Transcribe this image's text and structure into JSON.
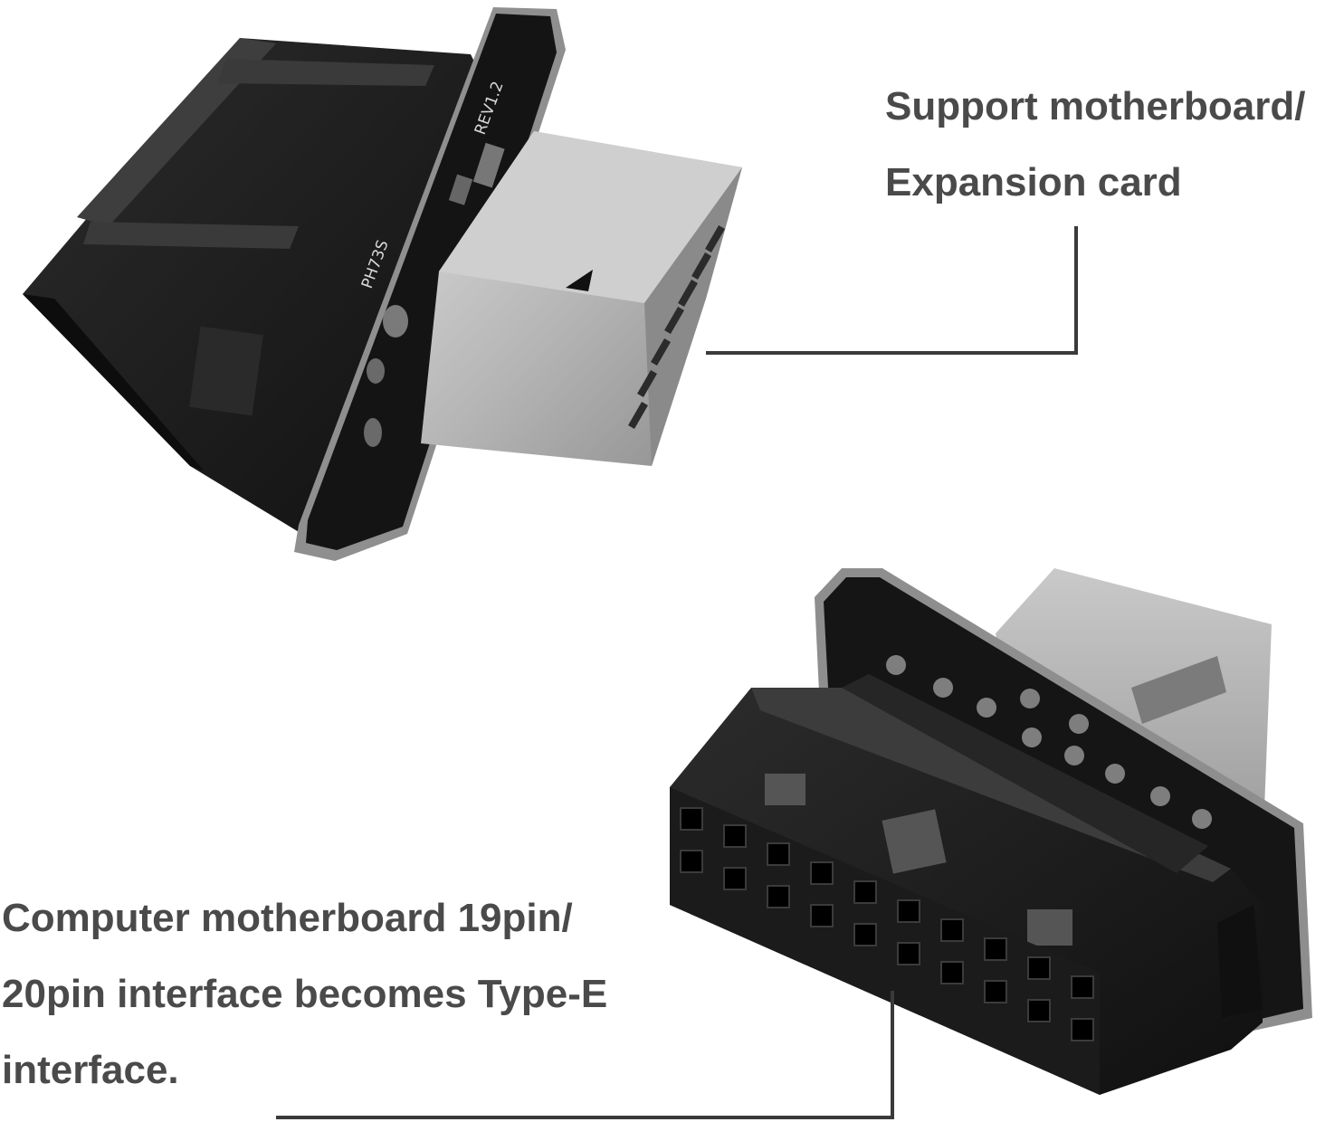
{
  "callouts": {
    "top": {
      "line1": "Support motherboard/",
      "line2": "Expansion card"
    },
    "bottom": {
      "line1": "Computer motherboard 19pin/",
      "line2": "20pin interface becomes Type-E",
      "line3": "interface."
    }
  },
  "pcb_labels": {
    "revision": "REV1.2",
    "part": "PH73S"
  },
  "colors": {
    "text": "#4a4a4a",
    "line": "#3a3a3a",
    "connector_body": "#1e1e1e",
    "metal_shell": "#a9a9a9",
    "background": "#ffffff"
  }
}
